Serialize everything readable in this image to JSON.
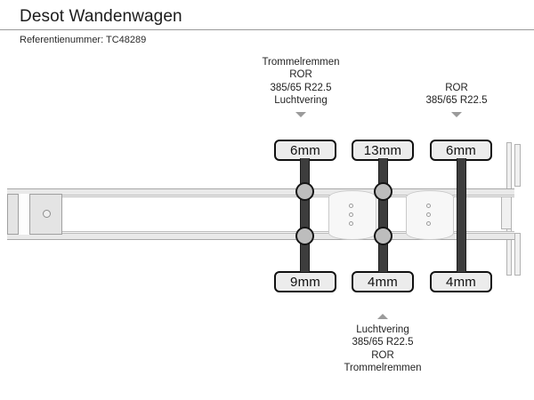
{
  "header": {
    "title": "Desot Wandenwagen",
    "reference_label": "Referentienummer:",
    "reference_value": "TC48289",
    "reference_line": "Referentienummer: TC48289"
  },
  "diagram": {
    "type": "trailer-axle-tyre-tread-diagram",
    "orientation": "side-view-left-front-right-rear",
    "top_annotation_left": {
      "lines": [
        "Trommelremmen",
        "ROR",
        "385/65 R22.5",
        "Luchtvering"
      ],
      "marker": "triangle-down"
    },
    "top_annotation_right": {
      "lines": [
        "ROR",
        "385/65 R22.5"
      ],
      "marker": "triangle-down"
    },
    "bottom_annotation": {
      "lines": [
        "Luchtvering",
        "385/65 R22.5",
        "ROR",
        "Trommelremmen"
      ],
      "marker": "triangle-up"
    },
    "tread_top": [
      {
        "axle": 1,
        "value": "6mm"
      },
      {
        "axle": 2,
        "value": "13mm"
      },
      {
        "axle": 3,
        "value": "6mm"
      }
    ],
    "tread_bottom": [
      {
        "axle": 1,
        "value": "9mm"
      },
      {
        "axle": 2,
        "value": "4mm"
      },
      {
        "axle": 3,
        "value": "4mm"
      }
    ]
  },
  "colors": {
    "background": "#ffffff",
    "text": "#232323",
    "rule": "#9a9a9a",
    "box_border": "#111111",
    "box_fill": "#ececec",
    "axle": "#3d3d3d",
    "hub_fill": "#bdbdbd",
    "chassis_fill": "#e9e9e9",
    "marker": "#9b9b9b"
  }
}
